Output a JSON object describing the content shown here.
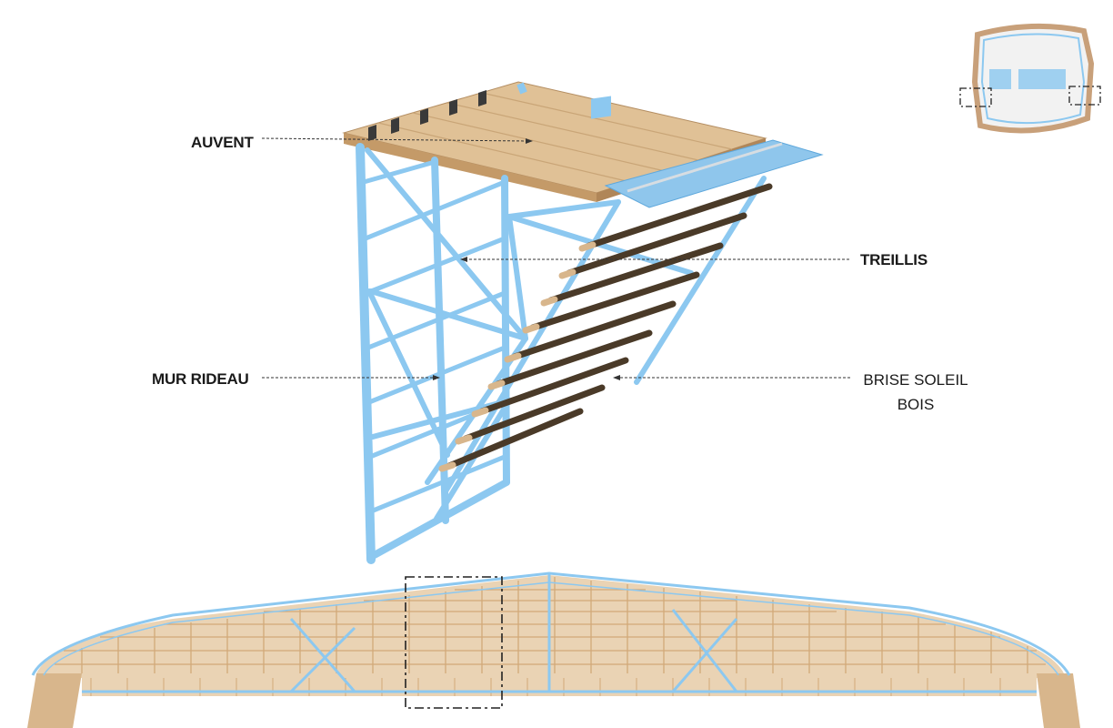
{
  "labels": {
    "auvent": "AUVENT",
    "treillis": "TREILLIS",
    "mur_rideau": "MUR RIDEAU",
    "brise_soleil_line1": "BRISE SOLEIL",
    "brise_soleil_line2": "BOIS"
  },
  "colors": {
    "steel": "#8cc8f0",
    "steel_dark": "#5fa8dc",
    "timber": "#d8b68c",
    "timber_dark": "#b48e62",
    "slat_dark": "#4a3a28",
    "leader": "#333333",
    "detail_frame": "#222222"
  }
}
